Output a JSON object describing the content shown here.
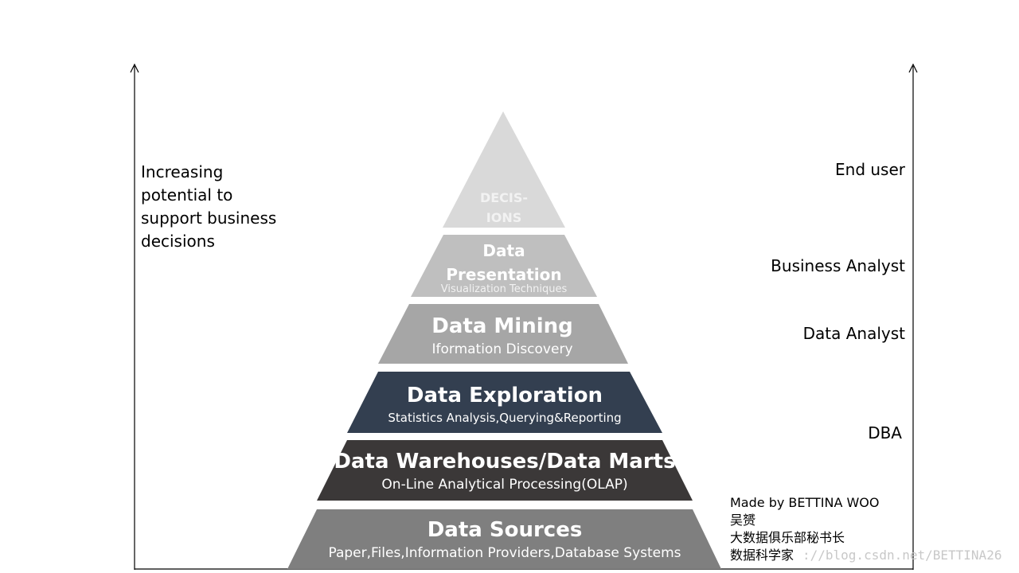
{
  "left_axis_label": [
    "Increasing",
    "potential to",
    "support business",
    "decisions"
  ],
  "roles": {
    "end_user": "End user",
    "business_analyst": "Business Analyst",
    "data_analyst": "Data Analyst",
    "dba": "DBA"
  },
  "pyramid": {
    "apex": {
      "line1": "DECIS-",
      "line2": "IONS",
      "color": "#d9d9d9"
    },
    "layers": [
      {
        "title_line1": "Data",
        "title_line2": "Presentation",
        "subtitle": "Visualization Techniques",
        "color": "#bfbfbf"
      },
      {
        "title": "Data Mining",
        "subtitle": "Iformation Discovery",
        "color": "#a6a6a6"
      },
      {
        "title": "Data Exploration",
        "subtitle": "Statistics Analysis,Querying&Reporting",
        "color": "#333f50"
      },
      {
        "title": "Data Warehouses/Data Marts",
        "subtitle": "On-Line Analytical Processing(OLAP)",
        "color": "#3b3838"
      },
      {
        "title": "Data Sources",
        "subtitle": "Paper,Files,Information Providers,Database Systems",
        "color": "#7f7f7f"
      }
    ]
  },
  "credit": {
    "line1": "Made by BETTINA WOO",
    "line2": "吴赟",
    "line3": "大数据俱乐部秘书长",
    "line4": "数据科学家"
  },
  "watermark": "://blog.csdn.net/BETTINA26"
}
